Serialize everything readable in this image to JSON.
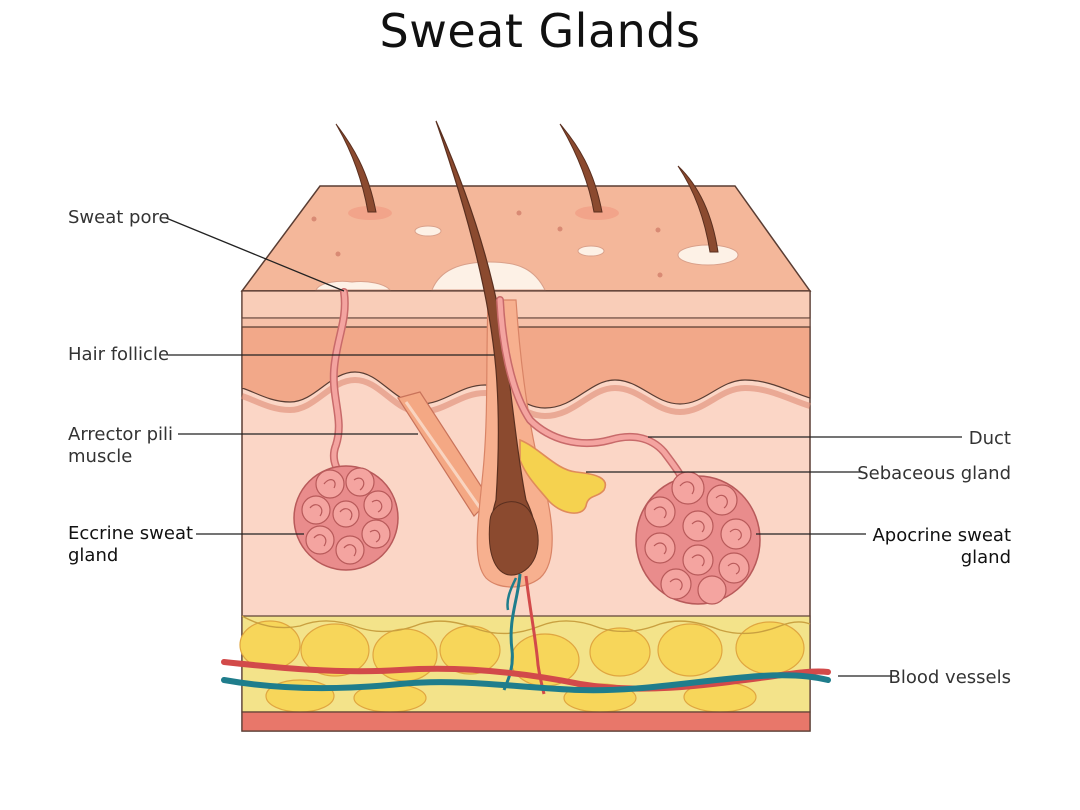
{
  "title": "Sweat Glands",
  "labels": {
    "sweat_pore": "Sweat pore",
    "hair_follicle": "Hair follicle",
    "arrector_pili_line1": "Arrector pili",
    "arrector_pili_line2": "muscle",
    "eccrine_line1": "Eccrine sweat",
    "eccrine_line2": "gland",
    "duct": "Duct",
    "sebaceous_gland": "Sebaceous gland",
    "apocrine_line1": "Apocrine sweat",
    "apocrine_line2": "gland",
    "blood_vessels": "Blood vessels"
  },
  "colors": {
    "epidermis_top": "#f4b79a",
    "epidermis_front": "#f6c3ad",
    "dermis": "#fbd6c6",
    "papillary": "#f2a889",
    "fat": "#f7d65a",
    "fat_bg": "#f3e38a",
    "bottom_band": "#e8776a",
    "hair": "#8b4a2f",
    "gland": "#e98c8c",
    "sebaceous": "#f5d24f",
    "artery": "#d24a4a",
    "vein": "#1f7d8c",
    "outline": "#5a3d33"
  }
}
